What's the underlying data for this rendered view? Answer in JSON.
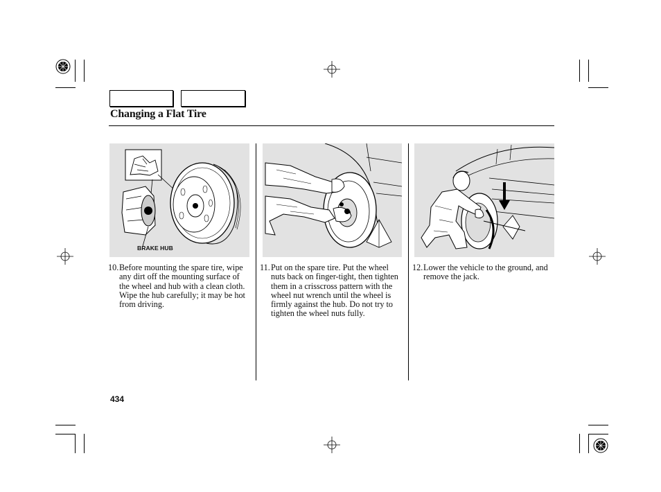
{
  "header": {
    "title": "Changing a Flat Tire"
  },
  "figures": {
    "fig1_callout": "BRAKE HUB"
  },
  "steps": [
    {
      "number": "10.",
      "text": "Before mounting the spare tire, wipe any dirt off the mounting surface of the wheel and hub with a clean cloth. Wipe the hub carefully; it may be hot from driving."
    },
    {
      "number": "11.",
      "text": "Put on the spare tire. Put the wheel nuts back on finger-tight, then tighten them in a crisscross pattern with the wheel nut wrench until the wheel is firmly against the hub. Do not try to tighten the wheel nuts fully."
    },
    {
      "number": "12.",
      "text": "Lower the vehicle to the ground, and remove the jack."
    }
  ],
  "footer": {
    "page_number": "434"
  }
}
